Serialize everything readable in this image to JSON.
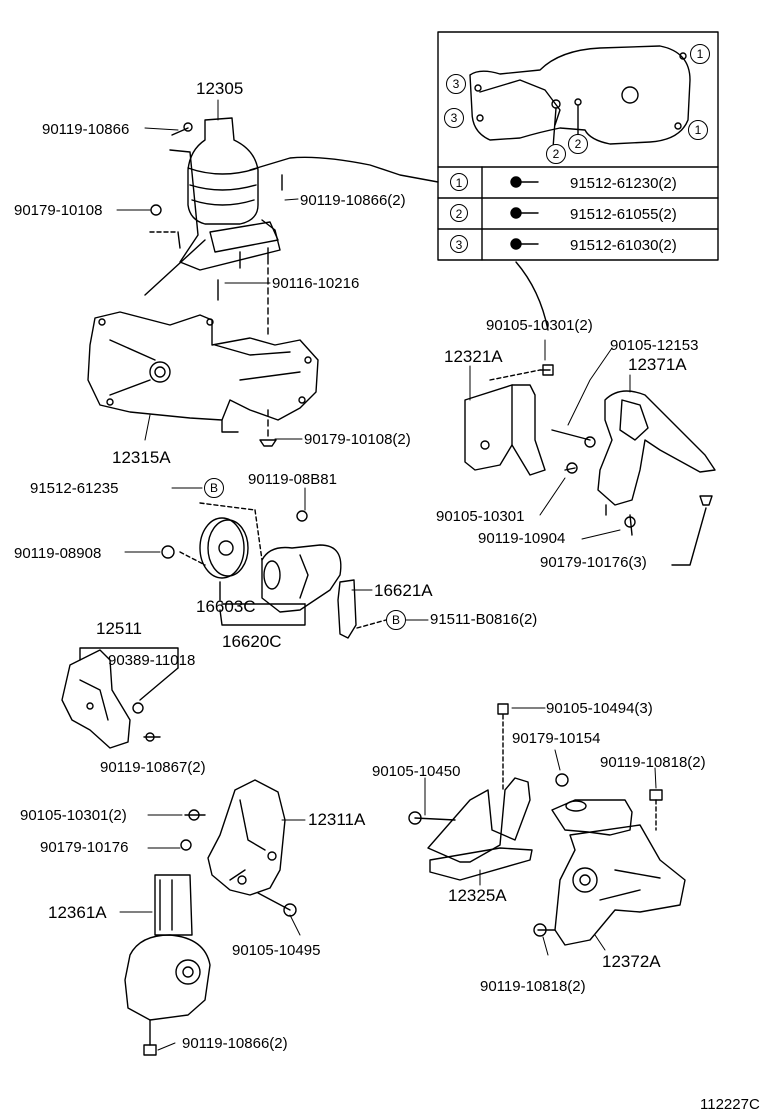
{
  "figure_code": "112227C",
  "legend": {
    "rows": [
      {
        "num": "1",
        "part": "91512-61230(2)"
      },
      {
        "num": "2",
        "part": "91512-61055(2)"
      },
      {
        "num": "3",
        "part": "91512-61030(2)"
      }
    ],
    "inset_markers": [
      "1",
      "1",
      "3",
      "3",
      "2",
      "2"
    ]
  },
  "labels": {
    "p12305": "12305",
    "p90119_10866": "90119-10866",
    "p90179_10108": "90179-10108",
    "p90119_10866_2": "90119-10866(2)",
    "p90116_10216": "90116-10216",
    "p12315A": "12315A",
    "p90179_10108_2": "90179-10108(2)",
    "p90105_10301_2a": "90105-10301(2)",
    "p12321A": "12321A",
    "p90105_12153": "90105-12153",
    "p12371A": "12371A",
    "p90105_10301": "90105-10301",
    "p90119_10904": "90119-10904",
    "p90179_10176_3": "90179-10176(3)",
    "p91512_61235": "91512-61235",
    "p90119_08B81": "90119-08B81",
    "p90119_08908": "90119-08908",
    "p16603C": "16603C",
    "p16620C": "16620C",
    "p16621A": "16621A",
    "p91511_B0816_2": "91511-B0816(2)",
    "markerB": "B",
    "p12511": "12511",
    "p90389_11018": "90389-11018",
    "p90119_10867_2": "90119-10867(2)",
    "p90105_10494_3": "90105-10494(3)",
    "p90179_10154": "90179-10154",
    "p90105_10450": "90105-10450",
    "p90119_10818_2a": "90119-10818(2)",
    "p90105_10301_2b": "90105-10301(2)",
    "p12311A": "12311A",
    "p90179_10176": "90179-10176",
    "p12325A": "12325A",
    "p12361A": "12361A",
    "p90105_10495": "90105-10495",
    "p12372A": "12372A",
    "p90119_10818_2b": "90119-10818(2)",
    "p90119_10866_2b": "90119-10866(2)"
  }
}
